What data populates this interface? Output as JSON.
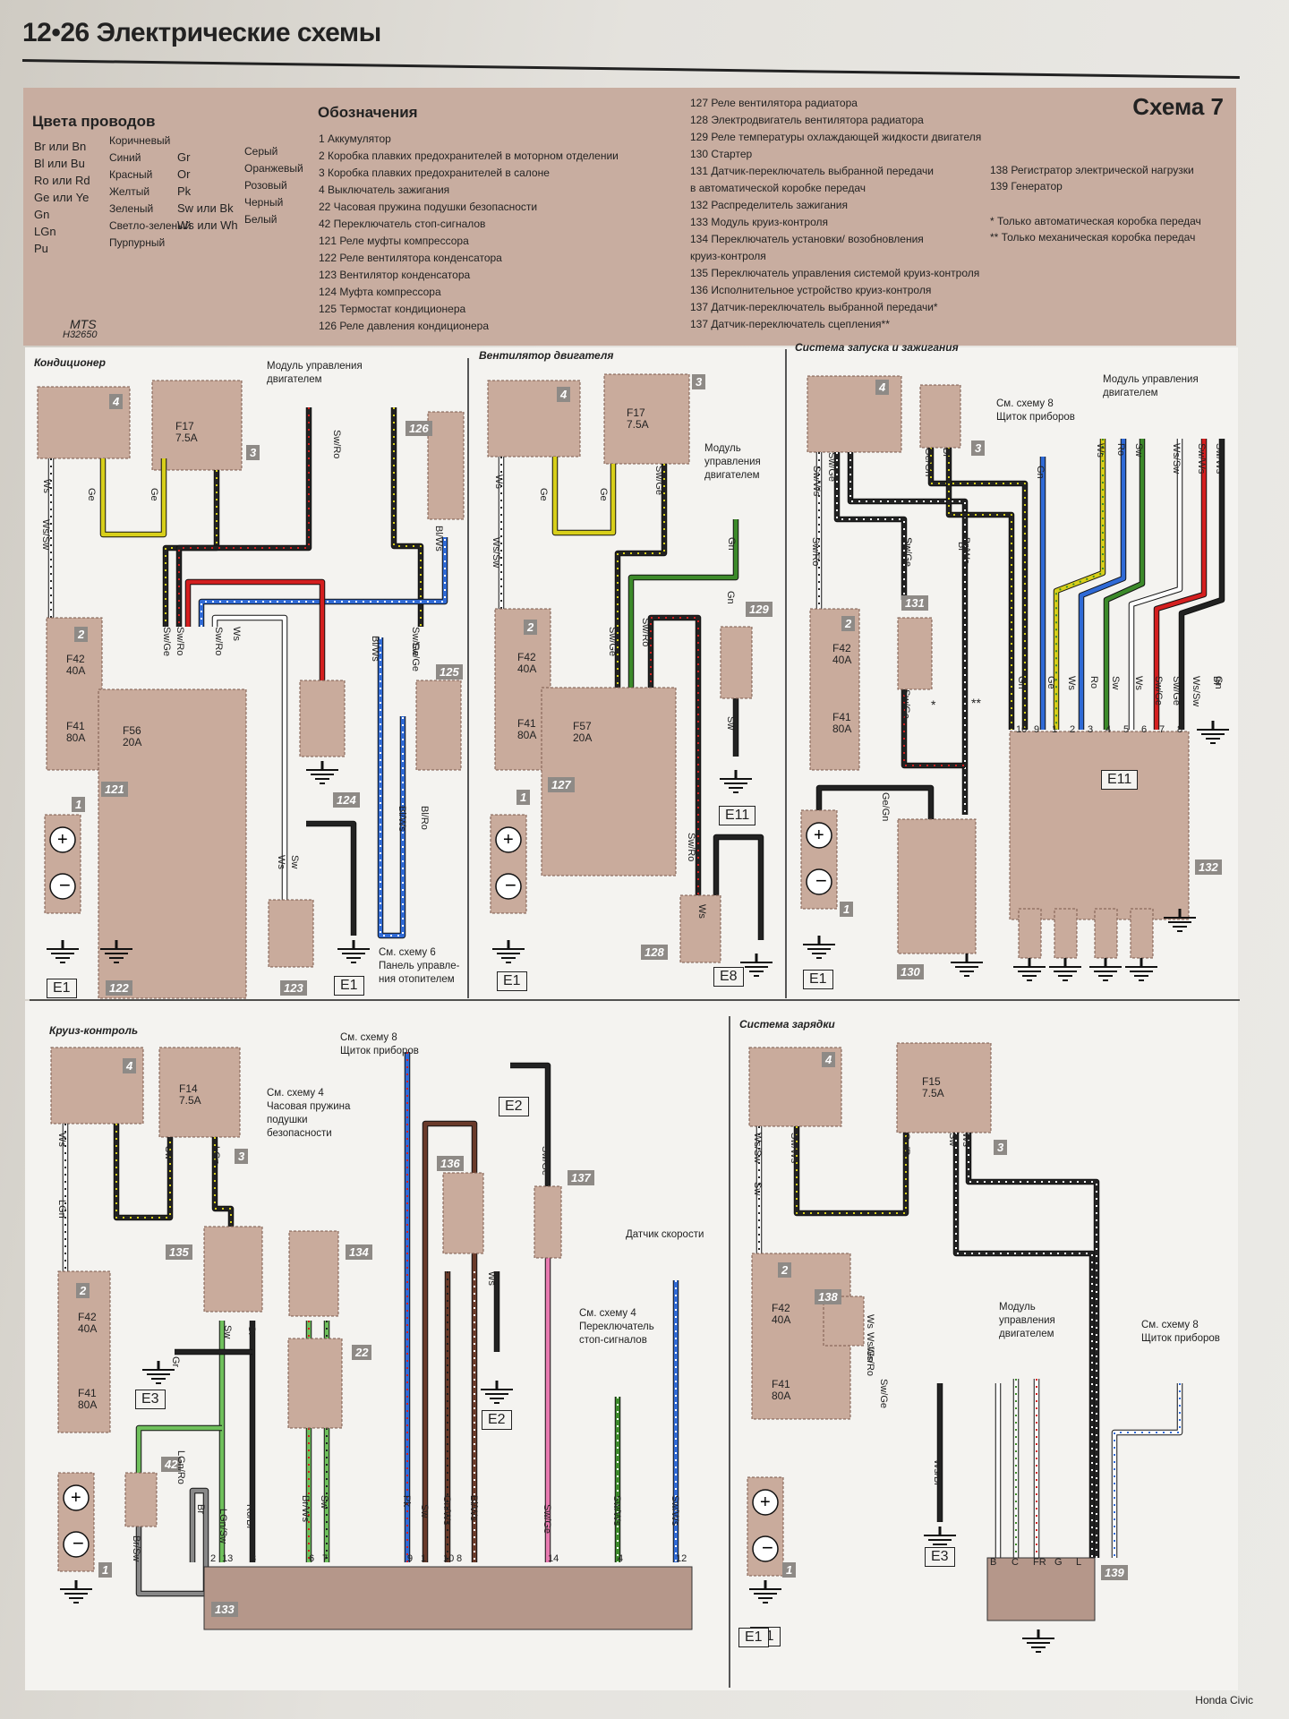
{
  "header": {
    "page": "12•26",
    "title": "Электрические схемы"
  },
  "legend": {
    "scheme": "Схема 7",
    "code": [
      "MTS",
      "H32650"
    ],
    "wire_colors_title": "Цвета проводов",
    "wire_colors": [
      [
        "Br или Bn",
        "Коричневый"
      ],
      [
        "Bl или Bu",
        "Синий"
      ],
      [
        "Ro или Rd",
        "Красный"
      ],
      [
        "Ge или Ye",
        "Желтый"
      ],
      [
        "Gn",
        "Зеленый"
      ],
      [
        "LGn",
        "Светло-зеленый"
      ],
      [
        "Pu",
        "Пурпурный"
      ],
      [
        "Gr",
        "Серый"
      ],
      [
        "Or",
        "Оранжевый"
      ],
      [
        "Pk",
        "Розовый"
      ],
      [
        "Sw или Bk",
        "Черный"
      ],
      [
        "Ws или Wh",
        "Белый"
      ]
    ],
    "designations_title": "Обозначения",
    "designations_a": [
      "1 Аккумулятор",
      "2 Коробка плавких предохранителей в моторном отделении",
      "3 Коробка плавких предохранителей в салоне",
      "4 Выключатель зажигания",
      "22 Часовая пружина подушки безопасности",
      "42 Переключатель стоп-сигналов",
      "121 Реле муфты компрессора",
      "122 Реле вентилятора конденсатора",
      "123 Вентилятор конденсатора",
      "124 Муфта компрессора",
      "125 Термостат кондиционера",
      "126 Реле давления кондиционера"
    ],
    "designations_b": [
      "127 Реле вентилятора радиатора",
      "128 Электродвигатель вентилятора радиатора",
      "129 Реле температуры охлаждающей жидкости двигателя",
      "130 Стартер",
      "131 Датчик-переключатель выбранной передачи",
      "в автоматической коробке передач",
      "132 Распределитель зажигания",
      "133 Модуль круиз-контроля",
      "134 Переключатель установки/ возобновления",
      "круиз-контроля",
      "135 Переключатель управления системой круиз-контроля",
      "136 Исполнительное устройство круиз-контроля",
      "137 Датчик-переключатель выбранной передачи*",
      "137 Датчик-переключатель сцепления**"
    ],
    "designations_c": [
      "138 Регистратор электрической нагрузки",
      "139 Генератор",
      "* Только автоматическая коробка передач",
      "** Только механическая коробка передач"
    ]
  },
  "panels": {
    "ac": {
      "title": "Кондиционер",
      "ecu": [
        "Модуль управления",
        "двигателем"
      ],
      "see": [
        "См. схему 6",
        "Панель управле-",
        "ния отопителем"
      ]
    },
    "fan": {
      "title": "Вентилятор двигателя",
      "ecu": [
        "Модуль",
        "управления",
        "двигателем"
      ]
    },
    "start": {
      "title": "Система запуска и зажигания",
      "see": [
        "См. схему 8",
        "Щиток приборов"
      ],
      "ecu": [
        "Модуль управления",
        "двигателем"
      ]
    },
    "cruise": {
      "title": "Круиз-контроль",
      "see8": [
        "См. схему 8",
        "Щиток приборов"
      ],
      "see4a": [
        "См. схему 4",
        "Часовая пружина",
        "подушки",
        "безопасности"
      ],
      "see4b": [
        "См. схему 4",
        "Переключатель",
        "стоп-сигналов"
      ],
      "speed": "Датчик скорости"
    },
    "charge": {
      "title": "Система зарядки",
      "ecu": [
        "Модуль",
        "управления",
        "двигателем"
      ],
      "see": [
        "См. схему 8",
        "Щиток приборов"
      ]
    }
  },
  "ground_labels": [
    "E1",
    "E1",
    "E1",
    "E11",
    "E8",
    "E1",
    "E11",
    "E2",
    "E3",
    "E2",
    "E1",
    "E3",
    "E1"
  ],
  "component_numbers": [
    "4",
    "3",
    "126",
    "2",
    "121",
    "125",
    "124",
    "1",
    "122",
    "123",
    "4",
    "3",
    "129",
    "2",
    "127",
    "1",
    "128",
    "4",
    "3",
    "131",
    "2",
    "1",
    "130",
    "132",
    "4",
    "3",
    "135",
    "134",
    "2",
    "22",
    "136",
    "137",
    "42",
    "1",
    "133",
    "4",
    "3",
    "2",
    "138",
    "1",
    "139"
  ],
  "fuse_labels": [
    "F17 7.5A",
    "F42 40A",
    "F41 80A",
    "F56 20A",
    "F17 7.5A",
    "F42 40A",
    "F41 80A",
    "F57 20A",
    "F42 40A",
    "F41 80A",
    "F14 7.5A",
    "F42 40A",
    "F41 80A",
    "F15 7.5A",
    "F42 40A",
    "F41 80A"
  ],
  "wire_labels": [
    "Ws",
    "Ge",
    "Ge",
    "Sw/Ge",
    "Sw/Ro",
    "Sw/Ro",
    "Ws/Sw",
    "Sw/Ge",
    "Sw/Ro",
    "Bl/Ws",
    "Ws",
    "Bl/Ws",
    "Sw/Ge",
    "Bl/Ws",
    "Bl/Ro",
    "Sw",
    "Ws",
    "Ws",
    "Ge",
    "Ge",
    "Sw/Ge",
    "Ws/Sw",
    "Gn",
    "Gn",
    "Sw/Ge",
    "Sw/Ro",
    "Sw",
    "Sw/Ro",
    "Ws",
    "Sw/Ws",
    "Sw/Ge",
    "Sw/Ge",
    "Bl",
    "Ge/Gn",
    "Bl",
    "Gn",
    "Ws",
    "Ro",
    "Sw",
    "Ws/Sw",
    "Sw/Ws",
    "Sw/Ws",
    "Sw/Ro",
    "Sw",
    "Br/Ws",
    "Sw/Ge",
    "Ge/Gn",
    "Bl",
    "Gn",
    "Ge",
    "Ws",
    "Ro",
    "Sw",
    "Ws",
    "Sw/Ge",
    "Sw/Ge",
    "Ws/Sw",
    "Gn",
    "Ws",
    "Sw",
    "LGn",
    "LGn",
    "Sw",
    "Gr",
    "Gr",
    "LGn/Ro",
    "LGn/Sw",
    "Ro/Bl",
    "Br",
    "Br/Sw",
    "Br/Ws",
    "Sw",
    "Pk",
    "Sw",
    "Gn/Ws",
    "Bl/Ws",
    "Ws",
    "Sw/Ge",
    "Sw/Ge",
    "Sw/Ws",
    "Sw/Ws",
    "Ws/Sw",
    "Sw/Ws",
    "Gn/Ro",
    "Sw",
    "Ws",
    "Sw",
    "Ws",
    "Ws/Gn",
    "Ws/Ro",
    "Sw/Ge",
    "Ws/Bl"
  ],
  "connector_pins_132": [
    "10",
    "9",
    "1",
    "2",
    "3",
    "4",
    "5",
    "6",
    "7",
    "8"
  ],
  "connector_pins_133": [
    "2",
    "13",
    "3",
    "6",
    "7",
    "9",
    "1",
    "10",
    "8",
    "14",
    "4",
    "12"
  ],
  "connector_pins_139": [
    "B",
    "C",
    "FR",
    "G",
    "L"
  ],
  "asterisks": [
    "*",
    "**"
  ],
  "footer": "Honda Civic"
}
